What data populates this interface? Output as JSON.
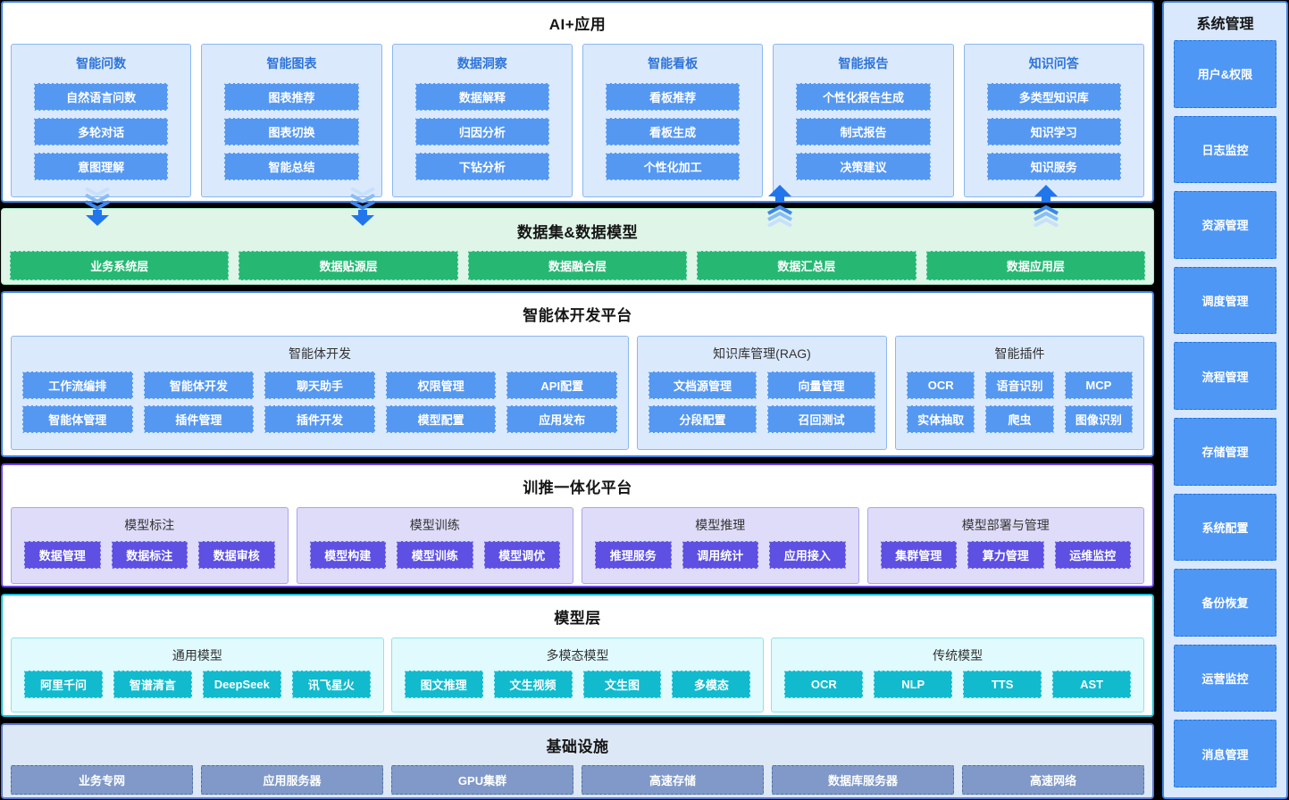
{
  "sections": {
    "ai": {
      "title": "AI+应用",
      "columns": [
        {
          "title": "智能问数",
          "items": [
            "自然语言问数",
            "多轮对话",
            "意图理解"
          ]
        },
        {
          "title": "智能图表",
          "items": [
            "图表推荐",
            "图表切换",
            "智能总结"
          ]
        },
        {
          "title": "数据洞察",
          "items": [
            "数据解释",
            "归因分析",
            "下钻分析"
          ]
        },
        {
          "title": "智能看板",
          "items": [
            "看板推荐",
            "看板生成",
            "个性化加工"
          ]
        },
        {
          "title": "智能报告",
          "items": [
            "个性化报告生成",
            "制式报告",
            "决策建议"
          ]
        },
        {
          "title": "知识问答",
          "items": [
            "多类型知识库",
            "知识学习",
            "知识服务"
          ]
        }
      ]
    },
    "data": {
      "title": "数据集&数据模型",
      "items": [
        "业务系统层",
        "数据贴源层",
        "数据融合层",
        "数据汇总层",
        "数据应用层"
      ]
    },
    "agent": {
      "title": "智能体开发平台",
      "groups": [
        {
          "title": "智能体开发",
          "rows": [
            [
              "工作流编排",
              "智能体开发",
              "聊天助手",
              "权限管理",
              "API配置"
            ],
            [
              "智能体管理",
              "插件管理",
              "插件开发",
              "模型配置",
              "应用发布"
            ]
          ]
        },
        {
          "title": "知识库管理(RAG)",
          "rows": [
            [
              "文档源管理",
              "向量管理"
            ],
            [
              "分段配置",
              "召回测试"
            ]
          ]
        },
        {
          "title": "智能插件",
          "rows": [
            [
              "OCR",
              "语音识别",
              "MCP"
            ],
            [
              "实体抽取",
              "爬虫",
              "图像识别"
            ]
          ]
        }
      ]
    },
    "train": {
      "title": "训推一体化平台",
      "groups": [
        {
          "title": "模型标注",
          "items": [
            "数据管理",
            "数据标注",
            "数据审核"
          ]
        },
        {
          "title": "模型训练",
          "items": [
            "模型构建",
            "模型训练",
            "模型调优"
          ]
        },
        {
          "title": "模型推理",
          "items": [
            "推理服务",
            "调用统计",
            "应用接入"
          ]
        },
        {
          "title": "模型部署与管理",
          "items": [
            "集群管理",
            "算力管理",
            "运维监控"
          ]
        }
      ]
    },
    "model": {
      "title": "模型层",
      "groups": [
        {
          "title": "通用模型",
          "items": [
            "阿里千问",
            "智谱清言",
            "DeepSeek",
            "讯飞星火"
          ]
        },
        {
          "title": "多模态模型",
          "items": [
            "图文推理",
            "文生视频",
            "文生图",
            "多模态"
          ]
        },
        {
          "title": "传统模型",
          "items": [
            "OCR",
            "NLP",
            "TTS",
            "AST"
          ]
        }
      ]
    },
    "infra": {
      "title": "基础设施",
      "items": [
        "业务专网",
        "应用服务器",
        "GPU集群",
        "高速存储",
        "数据库服务器",
        "高速网络"
      ]
    }
  },
  "sidebar": {
    "title": "系统管理",
    "items": [
      "用户&权限",
      "日志监控",
      "资源管理",
      "调度管理",
      "流程管理",
      "存储管理",
      "系统配置",
      "备份恢复",
      "运营监控",
      "消息管理"
    ]
  },
  "colors": {
    "page_bg": "#000000",
    "blue_section_border": "#3e86ea",
    "blue_panel_bg": "#dbe9fc",
    "blue_item": "#5598f2",
    "blue_column_title": "#2e74d9",
    "green_section_bg": "#def5e8",
    "green_item": "#26b873",
    "purple_section_border": "#6d45e8",
    "purple_panel_bg": "#dedcf8",
    "purple_item": "#5d50e2",
    "cyan_section_border": "#12c2da",
    "cyan_panel_bg": "#e0fafd",
    "cyan_item": "#12bace",
    "infra_section_bg": "#dde8f6",
    "infra_item": "#8099c8",
    "sidebar_bg": "#d9e8fd",
    "sidebar_item": "#4f97f4",
    "arrow_blue": "#2176ec"
  }
}
